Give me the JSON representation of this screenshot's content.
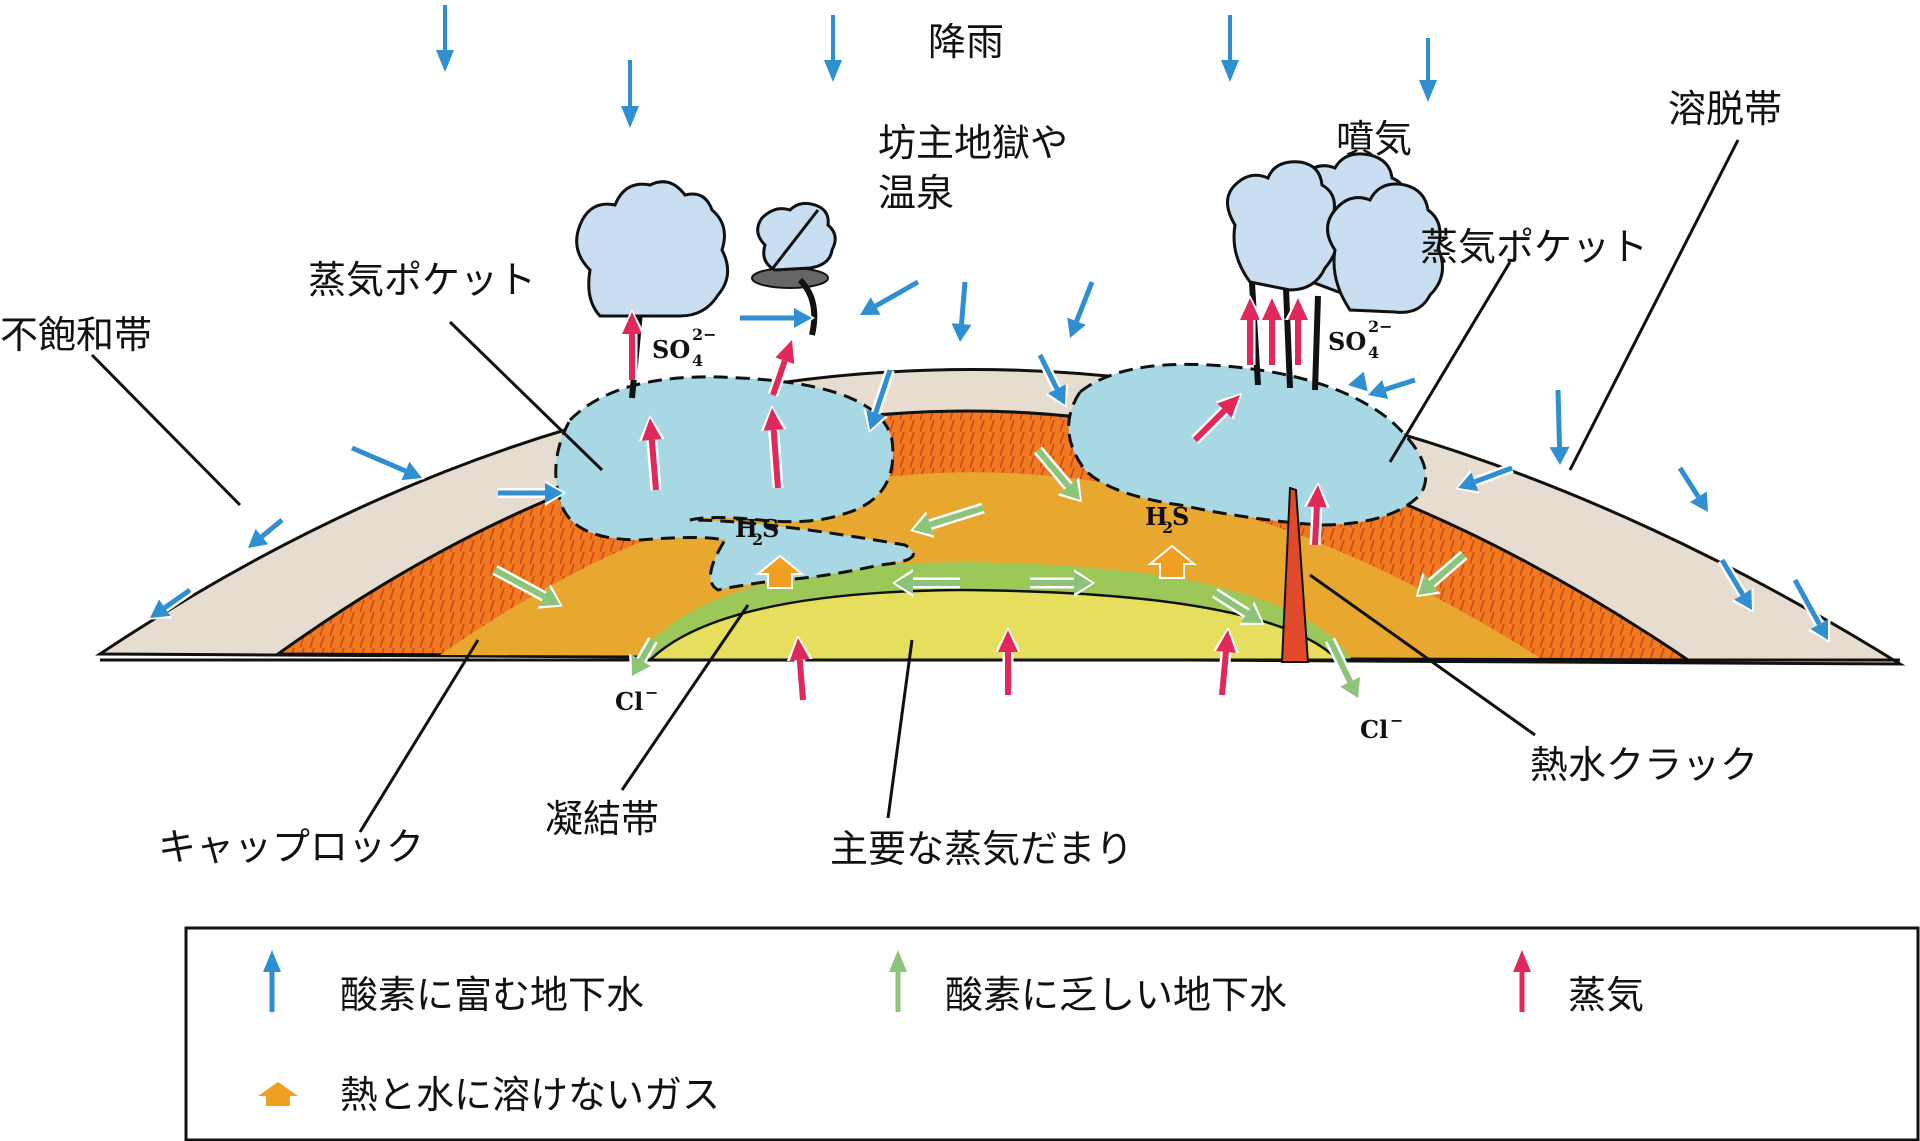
{
  "labels": {
    "rain": "降雨",
    "fumarole": "噴気",
    "bozu_jigoku_line1": "坊主地獄や",
    "bozu_jigoku_line2": "温泉",
    "steam_pocket_left": "蒸気ポケット",
    "steam_pocket_right": "蒸気ポケット",
    "unsaturated_zone": "不飽和帯",
    "leaching_zone": "溶脱帯",
    "hydrothermal_crack": "熱水クラック",
    "caprock": "キャップロック",
    "condensation_zone": "凝結帯",
    "main_steam_reservoir": "主要な蒸気だまり"
  },
  "chem": {
    "so4_left": "SO",
    "so4_right": "SO",
    "so4_sub": "4",
    "so4_sup": "2−",
    "h2s_left": "H",
    "h2s_right": "H",
    "h2s_sub": "2",
    "h2s_s": "S",
    "cl_left": "Cl",
    "cl_right": "Cl",
    "cl_sup": "−"
  },
  "legend": {
    "oxygen_rich_water": "酸素に富む地下水",
    "oxygen_poor_water": "酸素に乏しい地下水",
    "steam": "蒸気",
    "heat_and_gas": "熱と水に溶けないガス"
  },
  "colors": {
    "oxygen_rich_arrow": "#2f8fd0",
    "oxygen_poor_arrow": "#8cc47a",
    "steam_arrow": "#e0295a",
    "gas_arrow": "#f0a020",
    "leaching_zone": "#f07a20",
    "caprock": "#e8a830",
    "unsaturated_zone": "#e6ddd0",
    "steam_pocket": "#a8d8e4",
    "condensation_zone": "#9cc85a",
    "main_reservoir": "#e6df5e",
    "crack": "#e04a2a"
  }
}
